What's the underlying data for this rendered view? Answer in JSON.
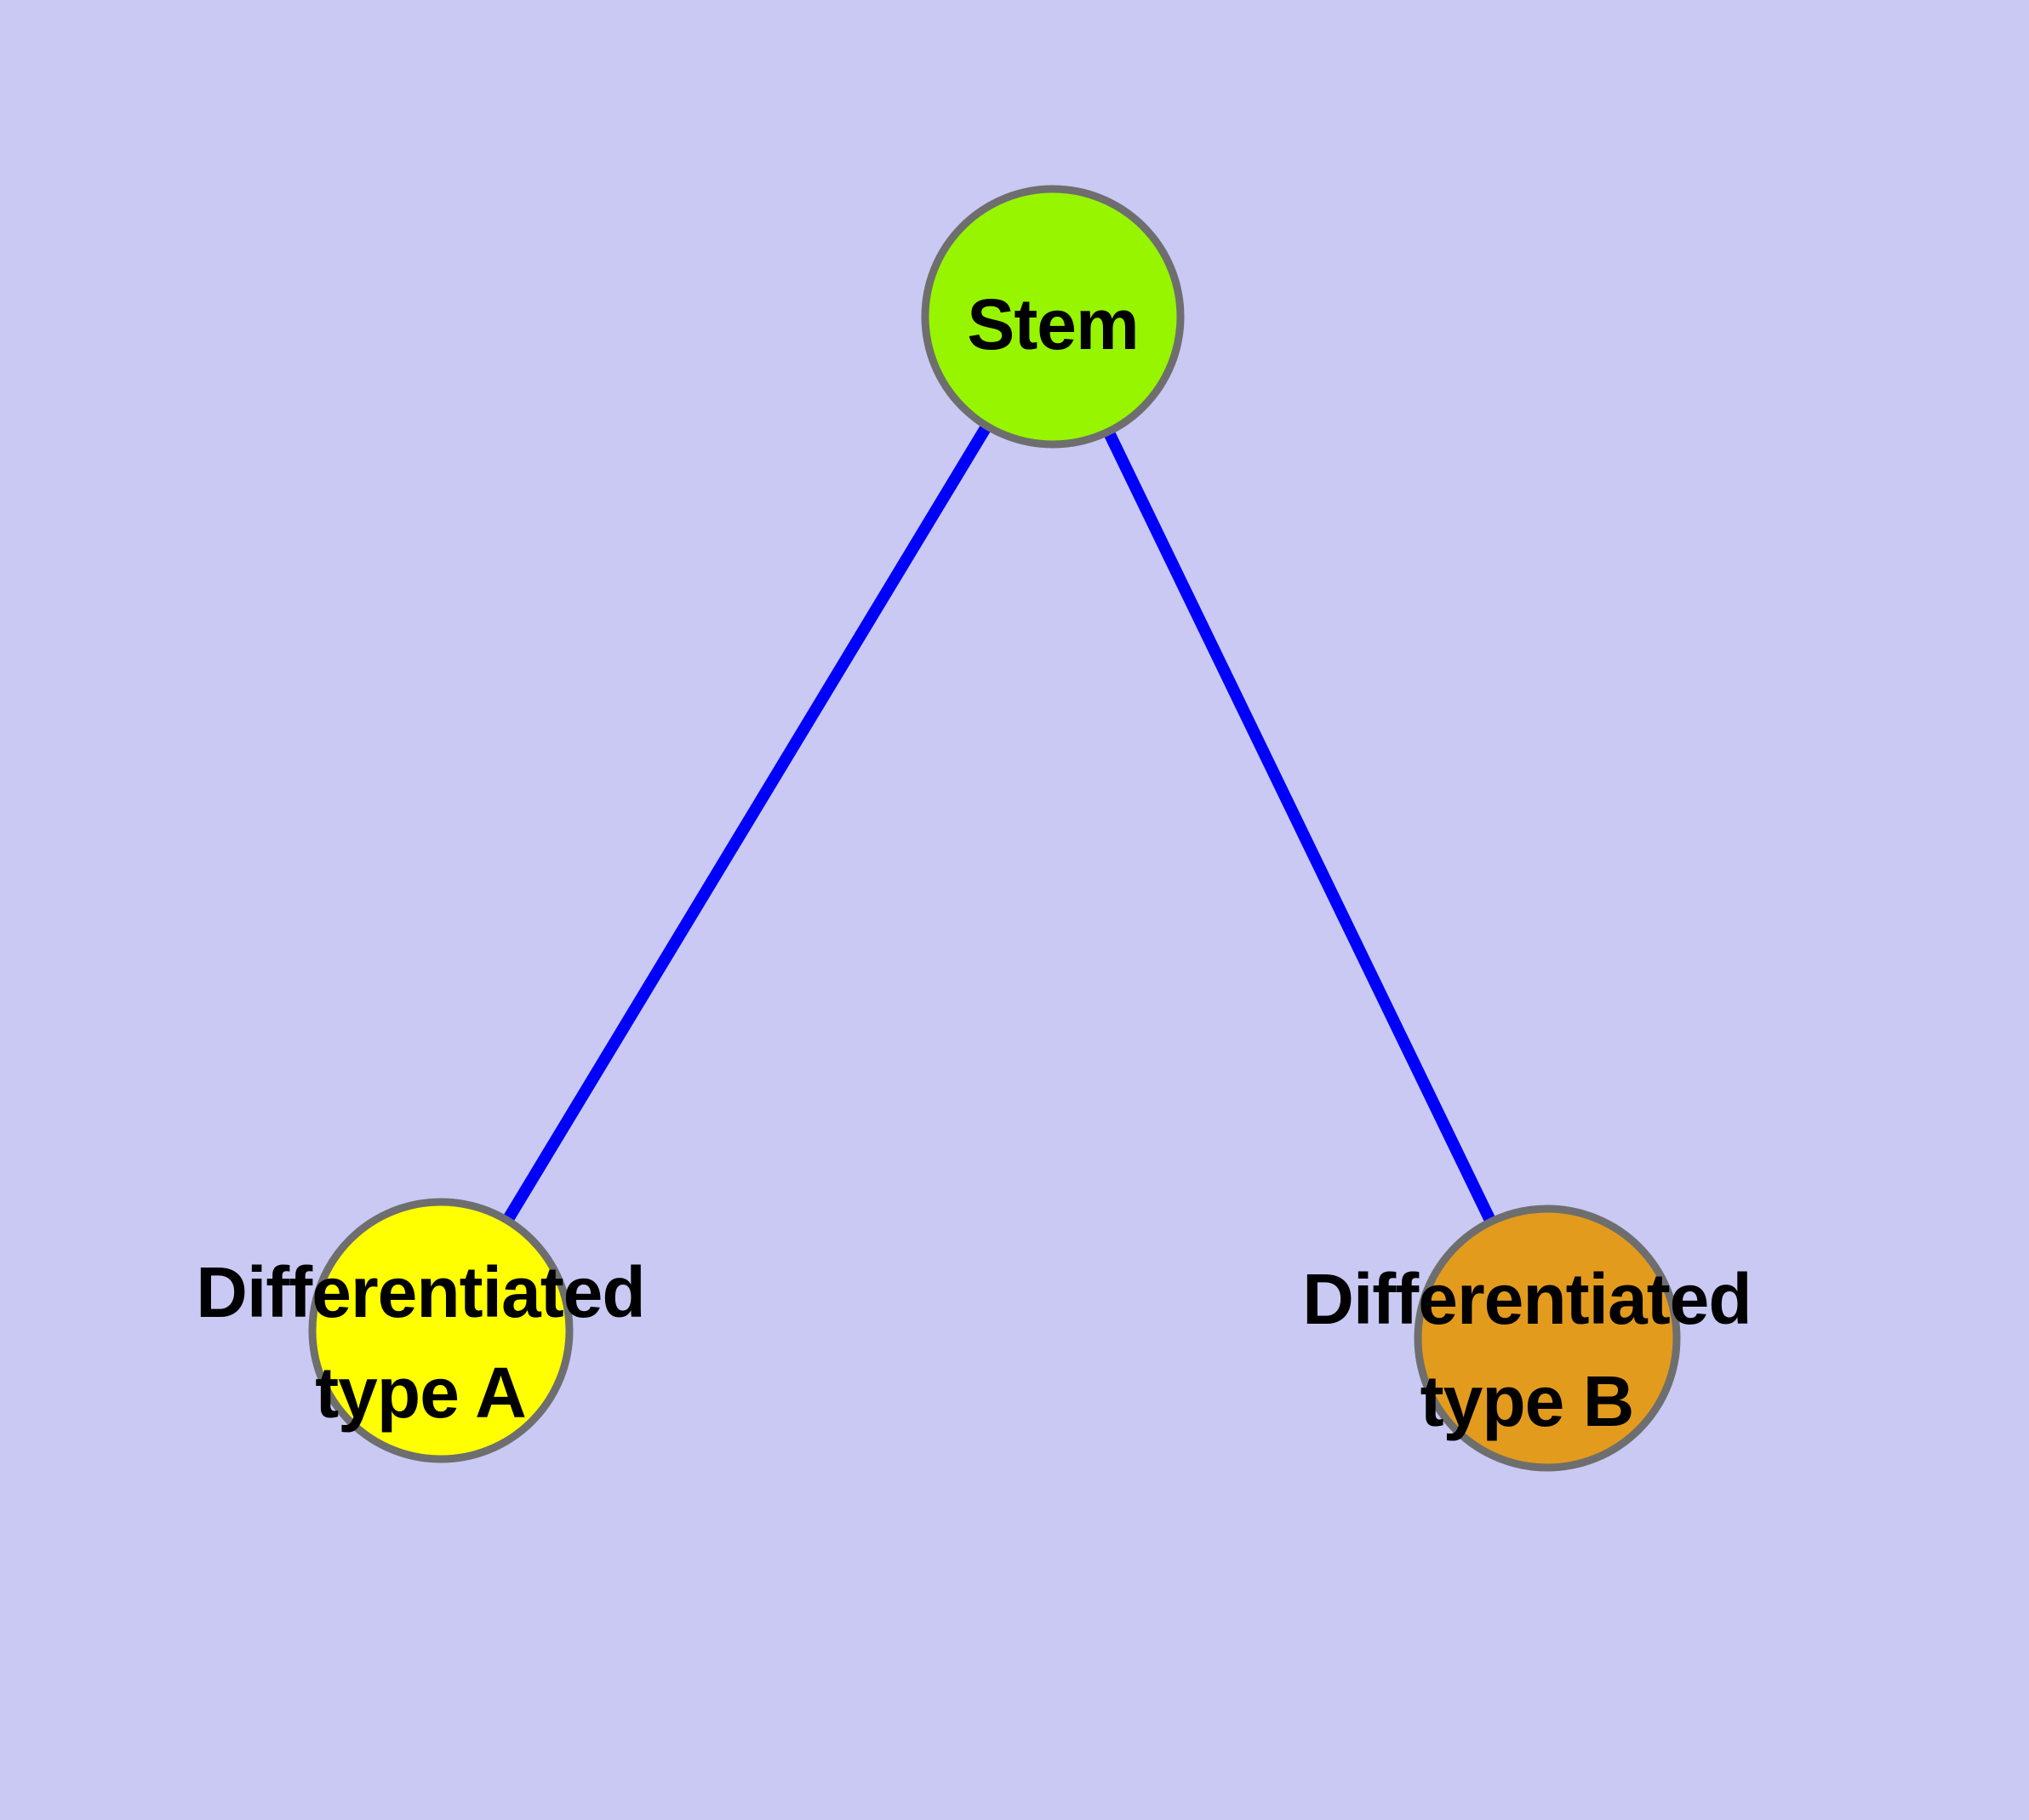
{
  "diagram": {
    "background_color": "#C9C9F4",
    "edge_color": "#0000FA",
    "node_border_color": "#6E6E6E",
    "text_color": "#000000",
    "nodes": {
      "stem": {
        "label": "Stem",
        "fill": "#97F500"
      },
      "type_a": {
        "label_line1": "Differentiated",
        "label_line2": "type A",
        "fill": "#FFFF00"
      },
      "type_b": {
        "label_line1": "Differentiated",
        "label_line2": "type B",
        "fill": "#E39B1E"
      }
    },
    "edges": [
      {
        "from": "Stem",
        "to": "Differentiated type A"
      },
      {
        "from": "Stem",
        "to": "Differentiated type B"
      }
    ]
  }
}
